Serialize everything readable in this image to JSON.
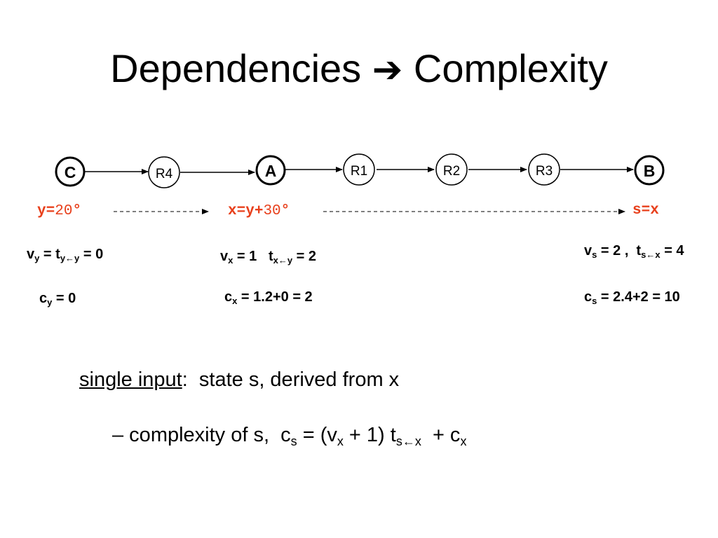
{
  "slide": {
    "title": {
      "left": "Dependencies",
      "arrow": "➔",
      "right": "Complexity"
    }
  },
  "nodes": {
    "C": "C",
    "R4": "R4",
    "A": "A",
    "R1": "R1",
    "R2": "R2",
    "R3": "R3",
    "B": "B"
  },
  "colors": {
    "code": "#e8401c",
    "text": "#000000",
    "background": "#ffffff"
  },
  "statements": {
    "y_assign": {
      "var": "y",
      "op": "=",
      "val": "20",
      "unit": "°"
    },
    "x_assign": {
      "var": "x",
      "op": "=",
      "expr": "y+",
      "val": "30",
      "unit": "°"
    },
    "s_assign": "s=x"
  },
  "equations": {
    "vy": {
      "v": "v",
      "v_sub": "y",
      "mid": " = t",
      "t_sub": "y←y",
      "end": " = 0"
    },
    "cy": {
      "c": "c",
      "c_sub": "y",
      "end": " = 0"
    },
    "vx": {
      "v": "v",
      "v_sub": "x",
      "mid": " = 1   t",
      "t_sub": "x←y",
      "end": " = 2"
    },
    "cx": {
      "c": "c",
      "c_sub": "x",
      "end": " = 1.2+0 = 2"
    },
    "vs": {
      "v": "v",
      "v_sub": "s",
      "mid": " = 2 ,  t",
      "t_sub": "s←x",
      "end": " = 4"
    },
    "cs": {
      "c": "c",
      "c_sub": "s",
      "end": " = 2.4+2 = 10"
    }
  },
  "bullets": {
    "line1": {
      "label": "single input",
      "rest": ":  state s, derived from x"
    },
    "line2": {
      "prefix": "– complexity of s,  c",
      "sub1": "s",
      "mid1": " = (v",
      "sub2": "x",
      "mid2": " + 1) t",
      "sub3": "s←x",
      "mid3": "  + c",
      "sub4": "x"
    }
  }
}
